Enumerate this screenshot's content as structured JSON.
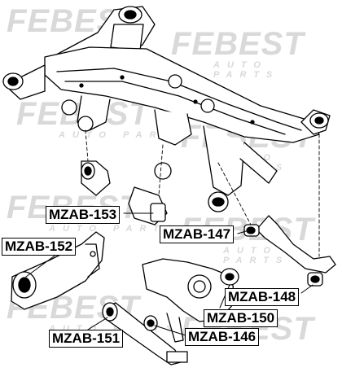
{
  "watermark": {
    "brand": "FEBEST",
    "tagline": "AUTO PARTS"
  },
  "parts": [
    {
      "part_number": "MZAB-153"
    },
    {
      "part_number": "MZAB-152"
    },
    {
      "part_number": "MZAB-147"
    },
    {
      "part_number": "MZAB-148"
    },
    {
      "part_number": "MZAB-150"
    },
    {
      "part_number": "MZAB-151"
    },
    {
      "part_number": "MZAB-146"
    }
  ]
}
